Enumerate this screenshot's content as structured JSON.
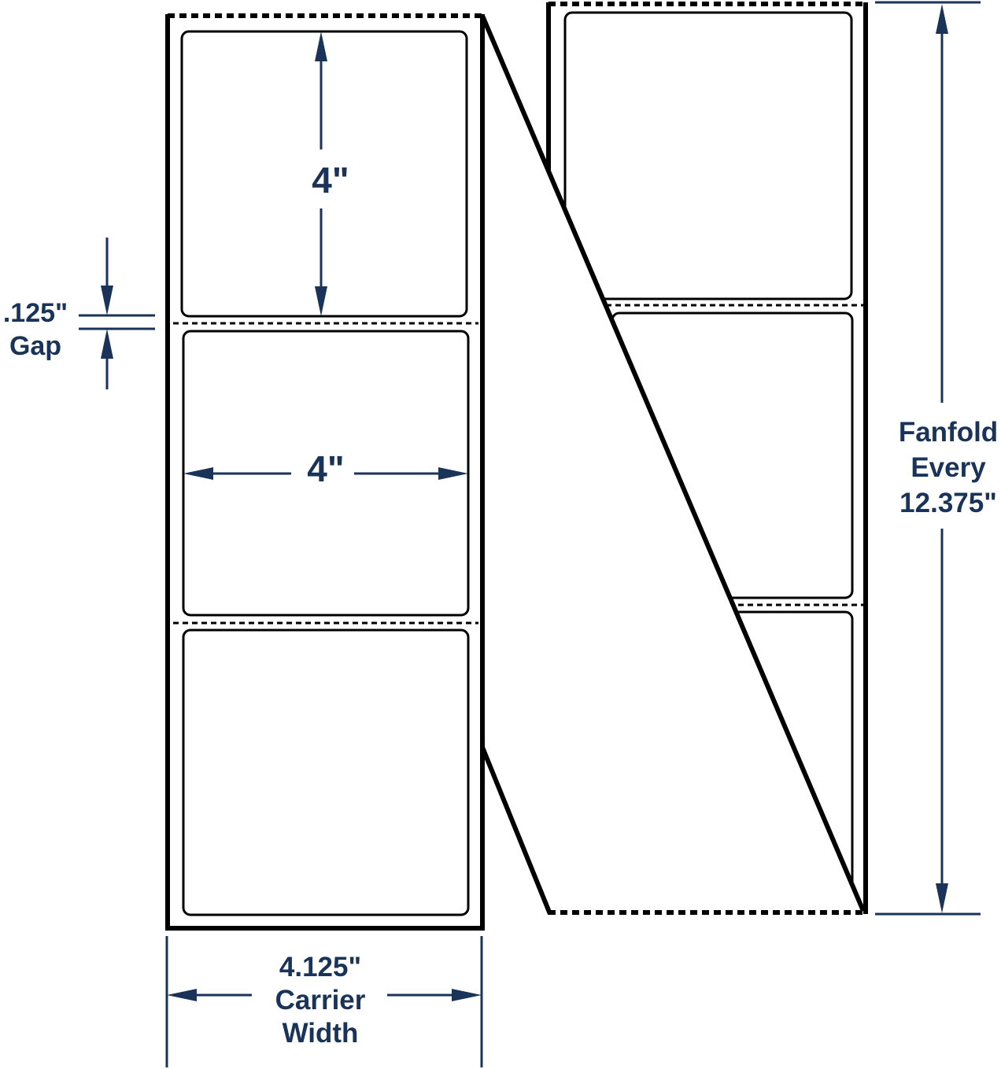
{
  "title": "Fanfold label layout diagram",
  "labels": {
    "label_height": "4\"",
    "label_width": "4\"",
    "gap_value": ".125\"",
    "gap_word": "Gap",
    "carrier_value": "4.125\"",
    "carrier_word1": "Carrier",
    "carrier_word2": "Width",
    "fanfold_word1": "Fanfold",
    "fanfold_word2": "Every",
    "fanfold_value": "12.375\""
  },
  "colors": {
    "dimension": "#1a3358",
    "outline": "#000000"
  }
}
